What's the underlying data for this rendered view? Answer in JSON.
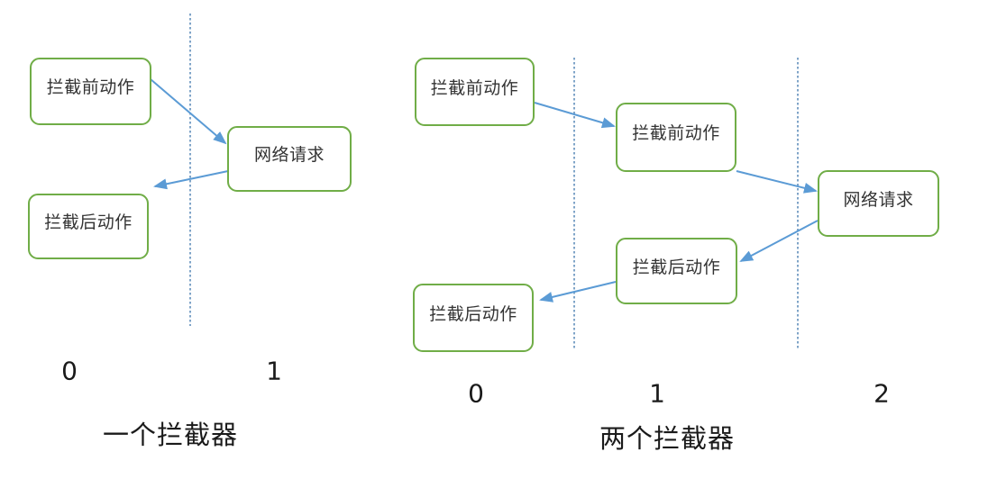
{
  "colors": {
    "box_border": "#70AD47",
    "arrow": "#5B9BD5",
    "divider": "#7FA4C8",
    "text": "#333333"
  },
  "one_interceptor": {
    "title": "一个拦截器",
    "lanes": [
      "0",
      "1"
    ],
    "nodes": [
      {
        "label": "拦截前动作"
      },
      {
        "label": "网络请求"
      },
      {
        "label": "拦截后动作"
      }
    ]
  },
  "two_interceptors": {
    "title": "两个拦截器",
    "lanes": [
      "0",
      "1",
      "2"
    ],
    "nodes": [
      {
        "label": "拦截前动作"
      },
      {
        "label": "拦截前动作"
      },
      {
        "label": "网络请求"
      },
      {
        "label": "拦截后动作"
      },
      {
        "label": "拦截后动作"
      }
    ]
  }
}
